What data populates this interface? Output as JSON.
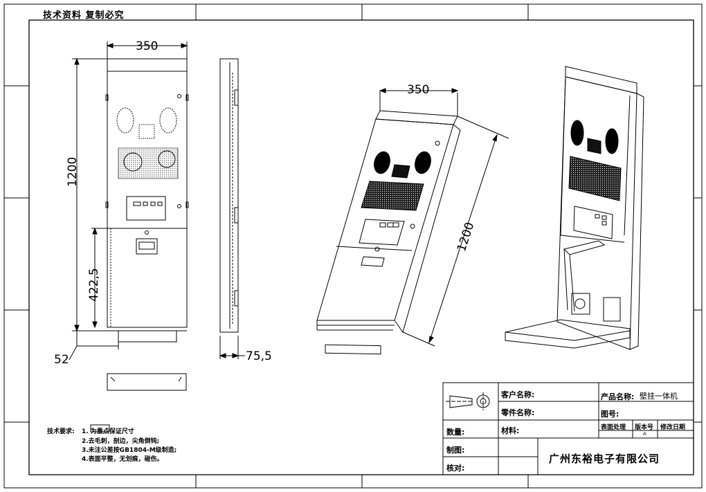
{
  "header": {
    "text": "技术资料  复制必究"
  },
  "dimensions": {
    "front_width": "350",
    "front_height": "1200",
    "lower_height": "422,5",
    "bottom_offset": "52",
    "side_depth": "75,5",
    "iso_width": "350",
    "iso_height": "1200"
  },
  "notes": {
    "title": "技术要求:",
    "items": [
      "1.         为重点保证尺寸",
      "2.去毛刺，剖边，尖角倒钝;",
      "3.未注公差按GB1804-M级制造;",
      "4.表面平整，无划痕，碰伤。"
    ]
  },
  "title_block": {
    "customer_label": "客户名称:",
    "product_label": "产品名称:",
    "product_value": "壁挂一体机",
    "part_label": "零件名称:",
    "drawing_no_label": "图号:",
    "quantity_label": "数量:",
    "material_label": "材料:",
    "surface_label": "表面处理",
    "version_label": "版本号",
    "revision_date_label": "修改日期",
    "version_value": "A",
    "drawn_label": "制图:",
    "checked_label": "核对:",
    "company": "广州东裕电子有限公司"
  }
}
